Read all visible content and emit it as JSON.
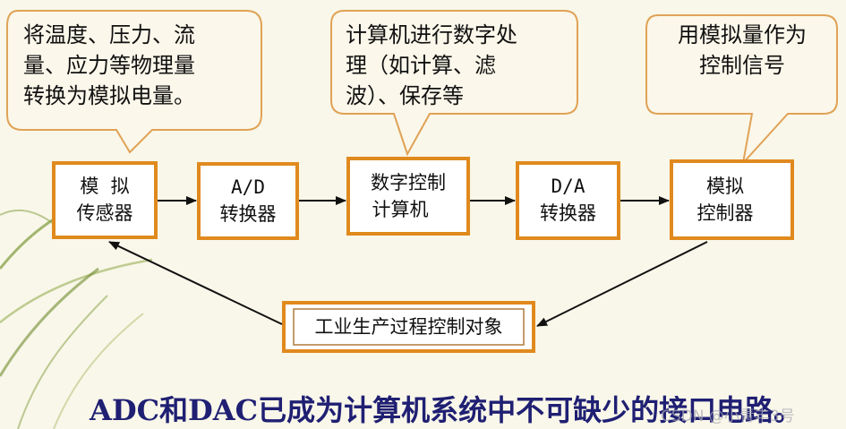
{
  "colors": {
    "background": "#f9f7e9",
    "box_border": "#e08a1e",
    "callout_border": "#e0a256",
    "callout_fill": "#fbf7ea",
    "arrow": "#111111",
    "footer_text": "#1f1f73",
    "leaf_green": "#7e9a3a"
  },
  "callouts": {
    "sensor_note": [
      "将温度、压力、流",
      "量、应力等物理量",
      "转换为模拟电量。"
    ],
    "computer_note": [
      "计算机进行数字处",
      "理（如计算、滤",
      "波）、保存等"
    ],
    "controller_note": [
      "用模拟量作为",
      "控制信号"
    ]
  },
  "blocks": {
    "sensor": [
      "模  拟",
      "传感器"
    ],
    "adc": [
      "A/D",
      "转换器"
    ],
    "computer": [
      "数字控制",
      "计算机"
    ],
    "dac": [
      "D/A",
      "转换器"
    ],
    "controller": [
      "模拟",
      "控制器"
    ],
    "process": "工业生产过程控制对象"
  },
  "footer": "ADC和DAC已成为计算机系统中不可缺少的接口电路。",
  "watermark": "CSDN @小青丰3号"
}
